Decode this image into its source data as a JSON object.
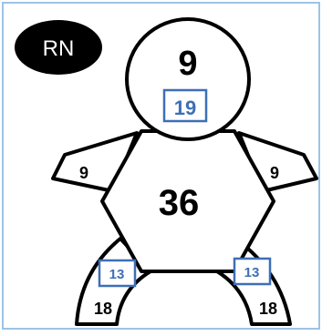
{
  "badge": {
    "text": "RN"
  },
  "head": {
    "main": "9",
    "boxed": "19"
  },
  "torso": {
    "main": "36"
  },
  "left_arm": {
    "main": "9"
  },
  "right_arm": {
    "main": "9"
  },
  "left_leg": {
    "main": "18",
    "boxed": "13"
  },
  "right_leg": {
    "main": "18",
    "boxed": "13"
  },
  "colors": {
    "frame": "#9dc3e6",
    "box": "#3d6fb6",
    "ink": "#000000"
  }
}
